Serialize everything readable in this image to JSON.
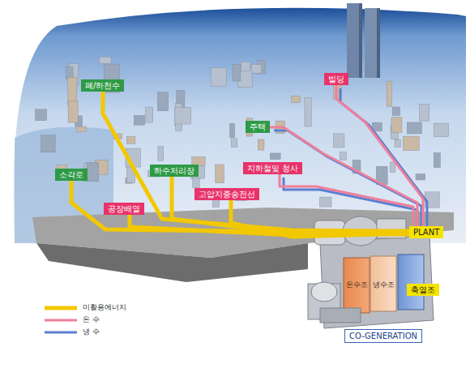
{
  "diagram": {
    "nodes": [
      {
        "text": [
          "폐/하천수"
        ]
      },
      {
        "text": [
          "소각로"
        ]
      },
      {
        "text": [
          "하수처리장"
        ]
      },
      {
        "text": [
          "공장배열"
        ]
      },
      {
        "text": [
          "고압지중송전선"
        ]
      },
      {
        "text": [
          "지하철및 청사"
        ]
      },
      {
        "text": [
          "주택"
        ]
      },
      {
        "text": [
          "빌딩"
        ]
      },
      {
        "text": [
          "PLANT"
        ]
      },
      {
        "text": [
          "축열조"
        ]
      },
      {
        "text": [
          "CO-GENERATION"
        ]
      }
    ],
    "edges": [
      {
        "from": 0,
        "to": 8,
        "arrow": "none"
      },
      {
        "from": 1,
        "to": 8,
        "arrow": "none"
      },
      {
        "from": 2,
        "to": 8,
        "arrow": "none"
      },
      {
        "from": 3,
        "to": 8,
        "arrow": "none"
      },
      {
        "from": 4,
        "to": 8,
        "arrow": "none"
      },
      {
        "from": 8,
        "to": 5,
        "arrow": "none"
      },
      {
        "from": 8,
        "to": 6,
        "arrow": "none"
      },
      {
        "from": 8,
        "to": 7,
        "arrow": "none"
      }
    ],
    "labels": [
      "온수조",
      "냉수조"
    ],
    "legend": [
      {
        "text": "미활용에너지"
      },
      {
        "text": "온 수"
      },
      {
        "text": "냉 수"
      }
    ]
  }
}
